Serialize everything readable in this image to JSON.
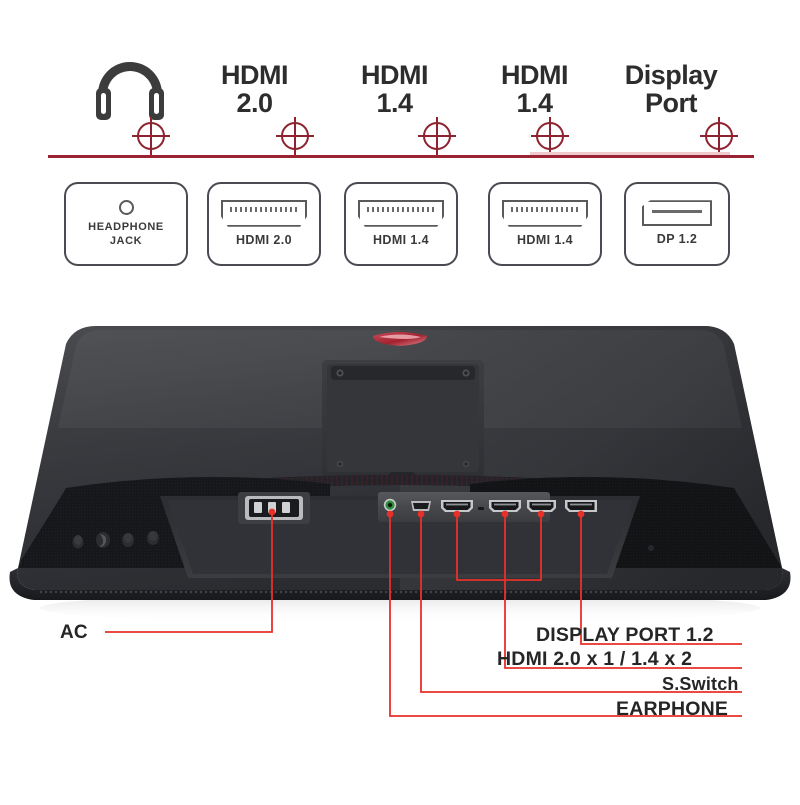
{
  "spec_row": {
    "items": [
      {
        "id": "headphone",
        "icon": "headphone-icon",
        "title": "",
        "marker": "crosshair-target"
      },
      {
        "id": "hdmi20",
        "icon": "",
        "title": "HDMI\n2.0",
        "marker": "crosshair-target"
      },
      {
        "id": "hdmi14a",
        "icon": "",
        "title": "HDMI\n1.4",
        "marker": "crosshair-target"
      },
      {
        "id": "hdmi14b",
        "icon": "",
        "title": "HDMI\n1.4",
        "marker": "crosshair-target"
      },
      {
        "id": "displayport",
        "icon": "",
        "title": "Display\nPort",
        "marker": "crosshair-target"
      }
    ]
  },
  "port_cards": [
    {
      "id": "headphone-jack",
      "icon": "audio-jack-icon",
      "label": "HEADPHONE\nJACK"
    },
    {
      "id": "hdmi-20",
      "icon": "hdmi-connector-icon",
      "label": "HDMI 2.0"
    },
    {
      "id": "hdmi-14-a",
      "icon": "hdmi-connector-icon",
      "label": "HDMI 1.4"
    },
    {
      "id": "hdmi-14-b",
      "icon": "hdmi-connector-icon",
      "label": "HDMI 1.4"
    },
    {
      "id": "dp-12",
      "icon": "displayport-connector-icon",
      "label": "DP 1.2"
    }
  ],
  "callouts": {
    "ac": "AC",
    "display_port": "DISPLAY PORT 1.2",
    "hdmi": "HDMI 2.0 x 1 / 1.4 x 2",
    "s_switch": "S.Switch",
    "earphone": "EARPHONE"
  },
  "colors": {
    "accent_red": "#9b2233",
    "leader_red": "#e8302a",
    "text_dark": "#262626",
    "card_border": "#4a4a52"
  },
  "product": {
    "view": "monitor-rear-view",
    "logo": "red-oval-logo"
  }
}
